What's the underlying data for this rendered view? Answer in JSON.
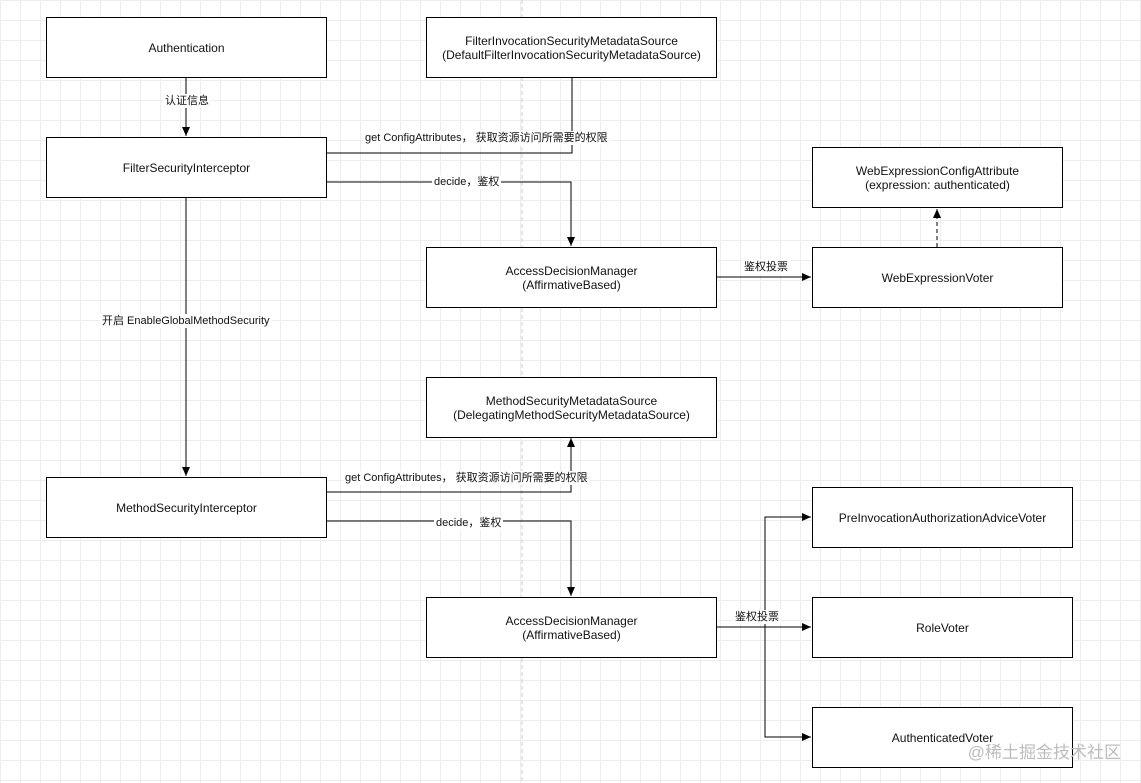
{
  "nodes": {
    "authentication": "Authentication",
    "metadata_source_1": {
      "line1": "FilterInvocationSecurityMetadataSource",
      "line2": "(DefaultFilterInvocationSecurityMetadataSource)"
    },
    "filter_interceptor": "FilterSecurityInterceptor",
    "web_config_attr": {
      "line1": "WebExpressionConfigAttribute",
      "line2": "(expression: authenticated)"
    },
    "adm_1": {
      "line1": "AccessDecisionManager",
      "line2": "(AffirmativeBased)"
    },
    "web_voter": "WebExpressionVoter",
    "metadata_source_2": {
      "line1": "MethodSecurityMetadataSource",
      "line2": "(DelegatingMethodSecurityMetadataSource)"
    },
    "method_interceptor": "MethodSecurityInterceptor",
    "pre_voter": "PreInvocationAuthorizationAdviceVoter",
    "adm_2": {
      "line1": "AccessDecisionManager",
      "line2": "(AffirmativeBased)"
    },
    "role_voter": "RoleVoter",
    "auth_voter": "AuthenticatedVoter"
  },
  "edges": {
    "auth_info": "认证信息",
    "get_attrs_1": "get ConfigAttributes， 获取资源访问所需要的权限",
    "decide_1": "decide，鉴权",
    "vote_1": "鉴权投票",
    "enable_method": "开启  EnableGlobalMethodSecurity",
    "get_attrs_2": "get ConfigAttributes， 获取资源访问所需要的权限",
    "decide_2": "decide，鉴权",
    "vote_2": "鉴权投票"
  },
  "watermark": "@稀土掘金技术社区"
}
